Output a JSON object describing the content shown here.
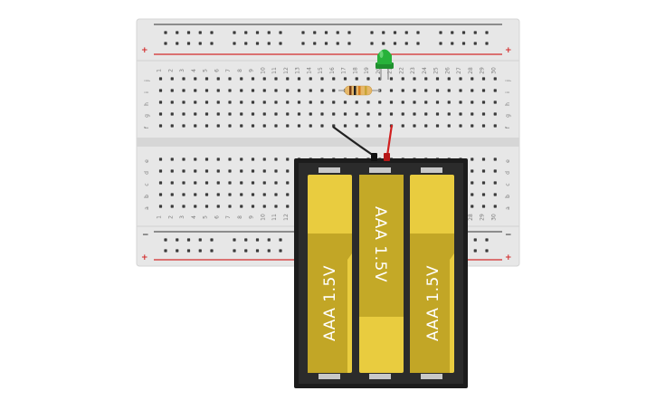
{
  "breadboard": {
    "column_numbers": [
      "1",
      "2",
      "3",
      "4",
      "5",
      "6",
      "7",
      "8",
      "9",
      "10",
      "11",
      "12",
      "13",
      "14",
      "15",
      "16",
      "17",
      "18",
      "19",
      "20",
      "21",
      "22",
      "23",
      "24",
      "25",
      "26",
      "27",
      "28",
      "29",
      "30"
    ],
    "top_row_letters": [
      "j",
      "i",
      "h",
      "g",
      "f"
    ],
    "bottom_row_letters": [
      "e",
      "d",
      "c",
      "b",
      "a"
    ],
    "rail_plus": "+",
    "rail_minus": "−",
    "rail_color_positive": "#d22b2b",
    "rail_color_negative": "#333333"
  },
  "components": {
    "led_color": "#27b23a",
    "resistor_body_color": "#e6b86a",
    "wire_red": "#d11f1f",
    "wire_black": "#222222"
  },
  "battery_pack": {
    "batteries": [
      {
        "label": "AAA 1.5V"
      },
      {
        "label": "AAA 1.5V"
      },
      {
        "label": "AAA 1.5V"
      }
    ],
    "battery_color": "#e9cc3f",
    "battery_band_color": "#c2a626",
    "case_color": "#1c1c1c"
  }
}
